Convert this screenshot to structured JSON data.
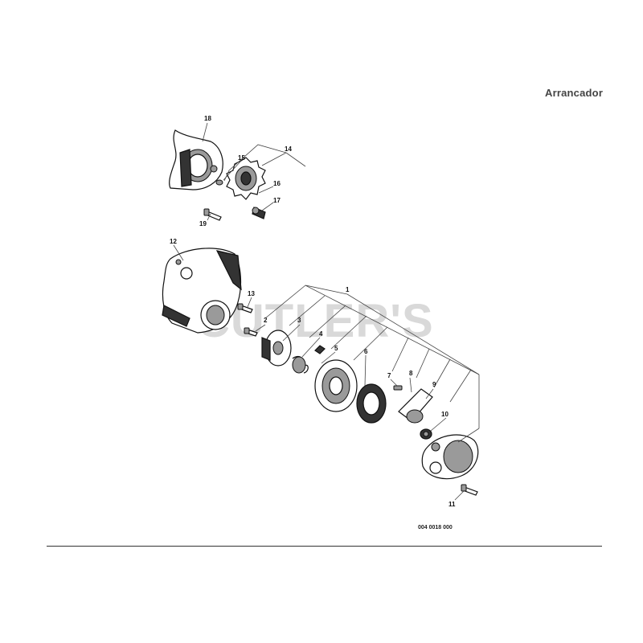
{
  "title": "Arrancador",
  "part_code": "004 0018 000",
  "watermark": "CUTLER'S",
  "callouts": {
    "c1": "1",
    "c2": "2",
    "c3": "3",
    "c4": "4",
    "c5": "5",
    "c6": "6",
    "c7": "7",
    "c8": "8",
    "c9": "9",
    "c10": "10",
    "c11": "11",
    "c12": "12",
    "c13": "13",
    "c14": "14",
    "c15": "15",
    "c16": "16",
    "c17": "17",
    "c18": "18",
    "c19": "19"
  }
}
